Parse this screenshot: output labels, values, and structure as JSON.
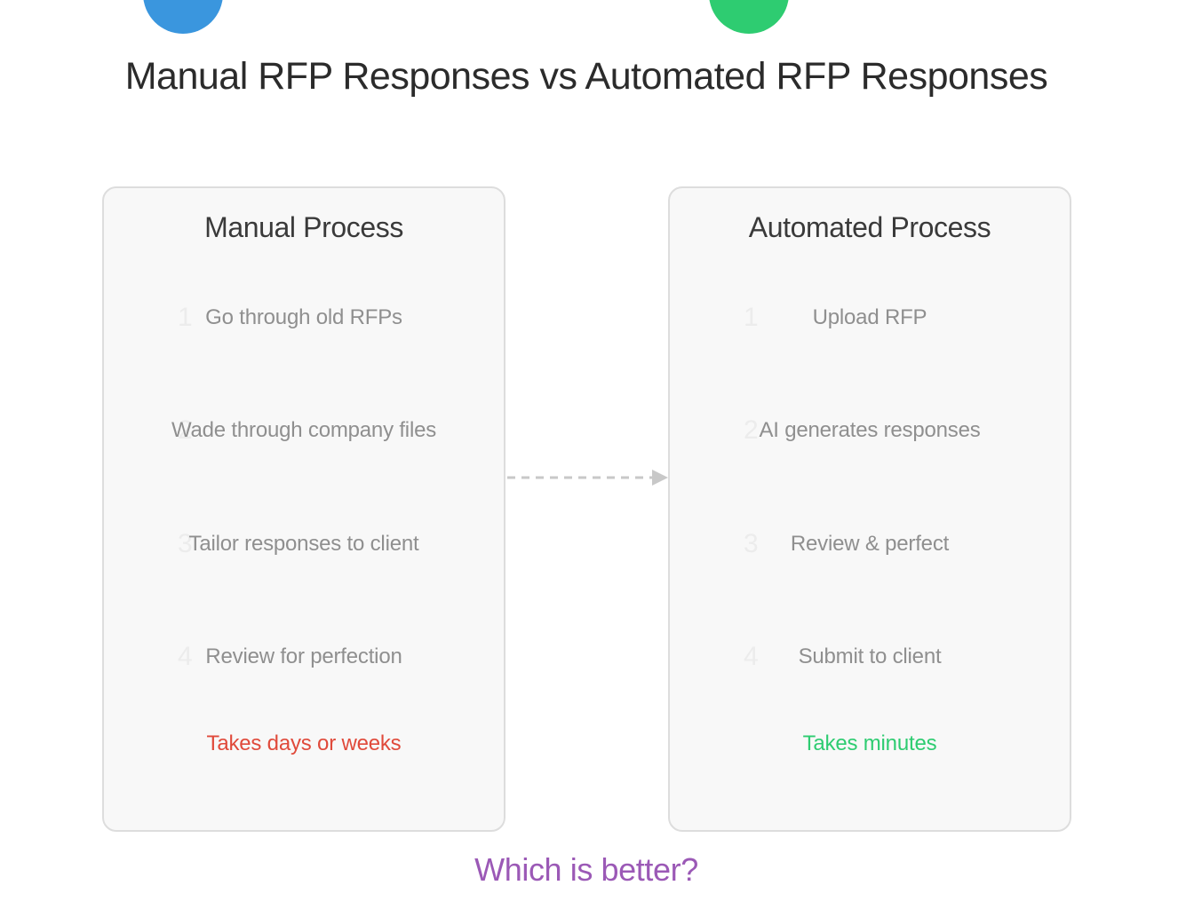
{
  "title": "Manual RFP Responses vs Automated RFP Responses",
  "colors": {
    "blue_dot": "#3a96de",
    "green_dot": "#2ecc71",
    "slow": "#e04a3b",
    "fast": "#2ecc71",
    "question": "#9b59b6",
    "connector": "#c8c8c8"
  },
  "manual": {
    "heading": "Manual Process",
    "steps": [
      {
        "number": "1",
        "text": "Go through old RFPs"
      },
      {
        "number": "2",
        "text": "Wade through company files"
      },
      {
        "number": "3",
        "text": "Tailor responses to client"
      },
      {
        "number": "4",
        "text": "Review for perfection"
      }
    ],
    "outcome": "Takes days or weeks"
  },
  "automated": {
    "heading": "Automated Process",
    "steps": [
      {
        "number": "1",
        "text": "Upload RFP"
      },
      {
        "number": "2",
        "text": "AI generates responses"
      },
      {
        "number": "3",
        "text": "Review & perfect"
      },
      {
        "number": "4",
        "text": "Submit to client"
      }
    ],
    "outcome": "Takes minutes"
  },
  "question": "Which is better?"
}
